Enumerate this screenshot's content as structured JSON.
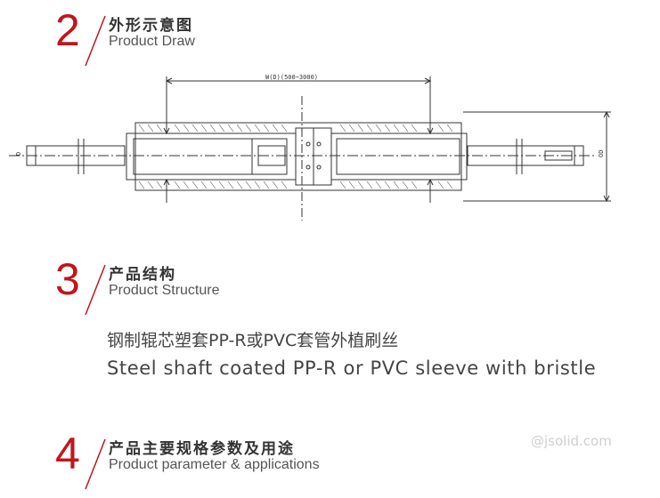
{
  "sections": [
    {
      "number": "2",
      "title_cn": "外形示意图",
      "title_en": "Product Draw"
    },
    {
      "number": "3",
      "title_cn": "产品结构",
      "title_en": "Product Structure"
    },
    {
      "number": "4",
      "title_cn": "产品主要规格参数及用途",
      "title_en": "Product parameter & applications"
    }
  ],
  "drawing": {
    "width_label": "W(D)(500~3000)",
    "d_label": "D",
    "od_label": "OD"
  },
  "structure": {
    "description_cn": "钢制辊芯塑套PP-R或PVC套管外植刷丝",
    "description_en": "Steel shaft coated PP-R or PVC sleeve with bristle"
  },
  "watermark": "@jsolid.com",
  "colors": {
    "accent": "#c0161c",
    "line": "#333333"
  }
}
